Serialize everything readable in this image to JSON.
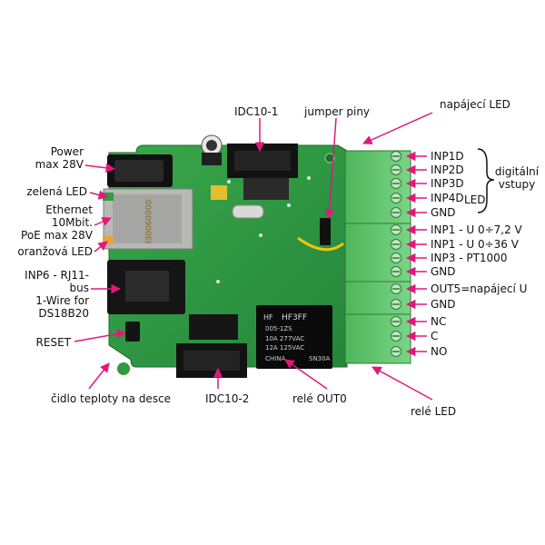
{
  "labels": {
    "idc10_1": "IDC10-1",
    "jumper": "jumper piny",
    "power_led": "napájecí LED",
    "power": [
      "Power",
      "max 28V"
    ],
    "green_led": "zelená LED",
    "ethernet": [
      "Ethernet",
      "10Mbit.",
      "PoE max 28V"
    ],
    "orange_led": "oranžová LED",
    "inp6": [
      "INP6 - RJ11-",
      "bus",
      "1-Wire for",
      "DS18B20"
    ],
    "reset": "RESET",
    "temp_sensor": "čidlo teploty na desce",
    "idc10_2": "IDC10-2",
    "relay": "relé OUT0",
    "relay_led": "relé LED",
    "digital_inputs": [
      "digitální",
      "vstupy"
    ],
    "led_overlap": "LED"
  },
  "terminals": [
    "INP1D",
    "INP2D",
    "INP3D",
    "INP4D",
    "GND",
    "INP1 - U 0÷7,2 V",
    "INP1 - U 0÷36 V",
    "INP3 - PT1000",
    "GND",
    "OUT5=napájecí U",
    "GND",
    "NC",
    "C",
    "NO"
  ],
  "board_print": {
    "relay_brand": "HF",
    "relay_model": "HF3FF",
    "relay_part": "005-1ZS",
    "relay_rating1": "10A 277VAC",
    "relay_rating2": "12A 125VAC",
    "relay_origin": "CHINA",
    "relay_code": "SN30A",
    "ethernet_text": "0000900EI"
  },
  "colors": {
    "arrow": "#e0187c",
    "pcb": "#2f9a3e",
    "terminal": "#5ec46a"
  }
}
